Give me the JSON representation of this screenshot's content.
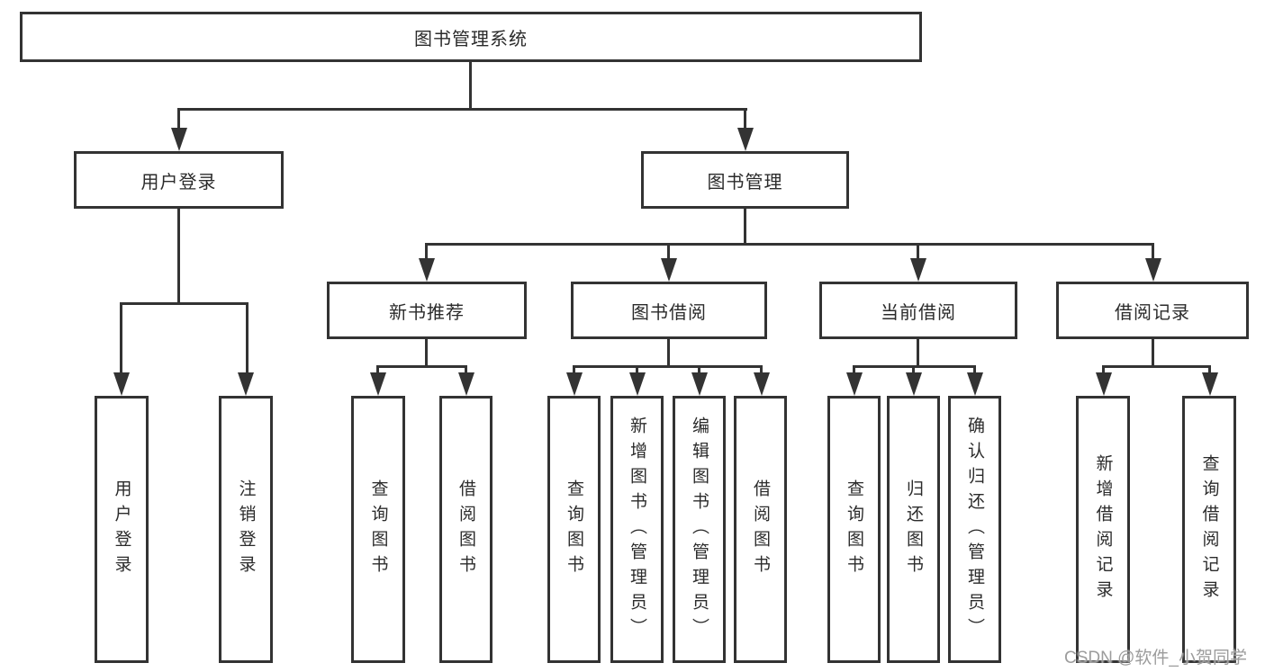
{
  "diagram": {
    "root": {
      "label": "图书管理系统"
    },
    "level2": {
      "user_login": {
        "label": "用户登录"
      },
      "book_mgmt": {
        "label": "图书管理"
      }
    },
    "level3": {
      "new_book_rec": {
        "label": "新书推荐"
      },
      "book_borrow": {
        "label": "图书借阅"
      },
      "current_borrow": {
        "label": "当前借阅"
      },
      "borrow_record": {
        "label": "借阅记录"
      }
    },
    "leaves": {
      "user_login": {
        "label": "用户登录"
      },
      "logout": {
        "label": "注销登录"
      },
      "nbr_query": {
        "label": "查询图书"
      },
      "nbr_borrow": {
        "label": "借阅图书"
      },
      "bb_query": {
        "label": "查询图书"
      },
      "bb_add": {
        "label": "新增图书（管理员）"
      },
      "bb_edit": {
        "label": "编辑图书（管理员）"
      },
      "bb_borrow": {
        "label": "借阅图书"
      },
      "cb_query": {
        "label": "查询图书"
      },
      "cb_return": {
        "label": "归还图书"
      },
      "cb_confirm": {
        "label": "确认归还（管理员）"
      },
      "br_add": {
        "label": "新增借阅记录"
      },
      "br_query": {
        "label": "查询借阅记录"
      }
    }
  },
  "watermark": {
    "text": "CSDN @软件_小贺同学"
  },
  "colors": {
    "line": "#333333",
    "text": "#2b2b2b",
    "box_fill": "#ffffff",
    "page_bg": "#ffffff",
    "watermark": "#9c9c9c"
  }
}
